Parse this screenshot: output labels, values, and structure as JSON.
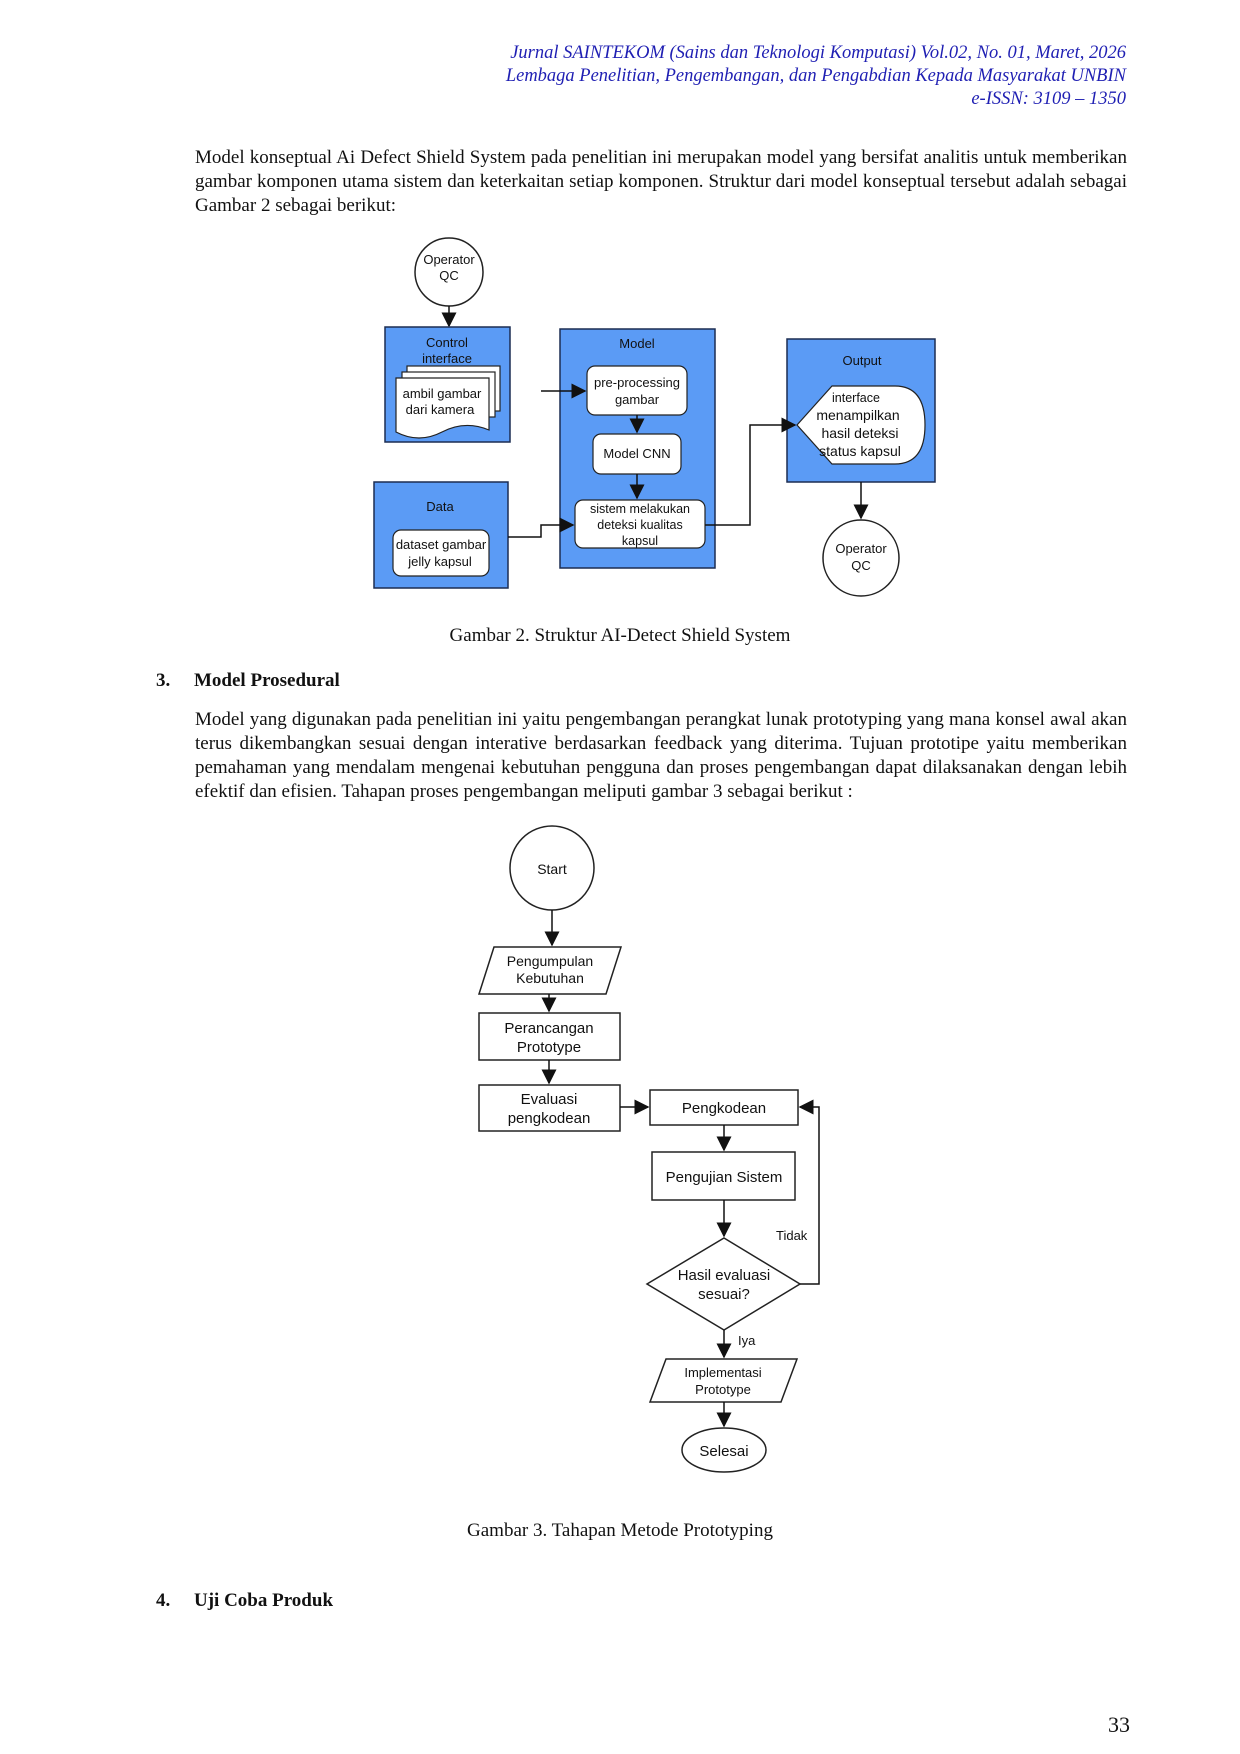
{
  "header": {
    "line1": "Jurnal SAINTEKOM (Sains dan Teknologi Komputasi) Vol.02, No. 01, Maret, 2026",
    "line2": "Lembaga Penelitian, Pengembangan, dan Pengabdian Kepada Masyarakat UNBIN",
    "line3": "e-ISSN: 3109 – 1350"
  },
  "intro_paragraph": "Model konseptual Ai Defect Shield System pada penelitian ini merupakan model yang bersifat analitis untuk memberikan gambar komponen utama sistem dan keterkaitan setiap komponen. Struktur dari model konseptual tersebut adalah sebagai Gambar 2 sebagai berikut:",
  "figure2": {
    "operator_top": [
      "Operator",
      "QC"
    ],
    "control_title": [
      "Control",
      "interface"
    ],
    "control_doc": [
      "ambil gambar",
      "dari kamera"
    ],
    "data_title": "Data",
    "data_box": [
      "dataset gambar",
      "jelly kapsul"
    ],
    "model_title": "Model",
    "preprocessing": [
      "pre-processing",
      "gambar"
    ],
    "cnn": "Model CNN",
    "detect": [
      "sistem melakukan",
      "deteksi kualitas",
      "kapsul"
    ],
    "output_title": "Output",
    "output_display": [
      "interface",
      "menampilkan",
      "hasil deteksi",
      "status kapsul"
    ],
    "operator_bottom": [
      "Operator",
      "QC"
    ],
    "caption": "Gambar  2. Struktur AI-Detect Shield System"
  },
  "section3": {
    "number": "3.",
    "title": "Model Prosedural",
    "paragraph": "Model yang digunakan pada penelitian ini yaitu pengembangan perangkat lunak prototyping yang mana konsel awal akan terus dikembangkan sesuai dengan interative berdasarkan feedback yang diterima. Tujuan prototipe yaitu memberikan pemahaman yang mendalam mengenai kebutuhan pengguna dan proses pengembangan dapat dilaksanakan dengan lebih efektif dan efisien. Tahapan proses pengembangan meliputi gambar 3 sebagai berikut :"
  },
  "figure3": {
    "start": "Start",
    "pengumpulan": [
      "Pengumpulan",
      "Kebutuhan"
    ],
    "perancangan": [
      "Perancangan",
      "Prototype"
    ],
    "evaluasi": [
      "Evaluasi",
      "pengkodean"
    ],
    "pengkodean": "Pengkodean",
    "pengujian": "Pengujian Sistem",
    "decision": [
      "Hasil evaluasi",
      "sesuai?"
    ],
    "tidak": "Tidak",
    "iya": "Iya",
    "implementasi": [
      "Implementasi",
      "Prototype"
    ],
    "selesai": "Selesai",
    "caption": "Gambar  3. Tahapan Metode Prototyping"
  },
  "section4": {
    "number": "4.",
    "title": "Uji Coba Produk"
  },
  "page_number": "33",
  "colors": {
    "header_blue": "#1f1fb3",
    "box_blue": "#5b9bf5",
    "box_border": "#1c2d52"
  }
}
